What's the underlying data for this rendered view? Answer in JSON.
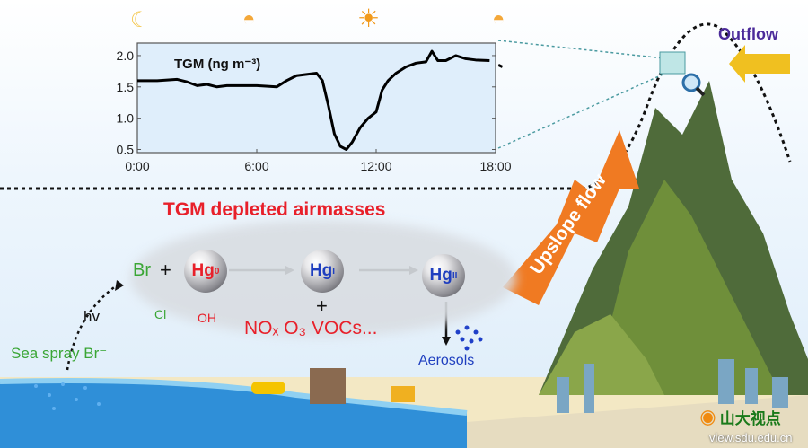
{
  "chart_data": {
    "type": "line",
    "title": "TGM (ng m⁻³)",
    "xlabel": "",
    "ylabel": "",
    "xticks": [
      "0:00",
      "6:00",
      "12:00",
      "18:00"
    ],
    "yticks": [
      "2.0",
      "1.5",
      "1.0",
      "0.5"
    ],
    "xlim": [
      0,
      18
    ],
    "ylim": [
      0.45,
      2.2
    ],
    "x": [
      0,
      1,
      2,
      2.5,
      3,
      3.5,
      4,
      4.5,
      5,
      6,
      7,
      7.5,
      8,
      9,
      9.3,
      9.6,
      9.9,
      10.2,
      10.5,
      10.8,
      11.2,
      11.6,
      12,
      12.3,
      12.6,
      13,
      13.5,
      14,
      14.5,
      14.8,
      15.1,
      15.5,
      16,
      16.5,
      17,
      17.7
    ],
    "values": [
      1.6,
      1.6,
      1.62,
      1.58,
      1.52,
      1.54,
      1.5,
      1.52,
      1.52,
      1.52,
      1.5,
      1.6,
      1.68,
      1.72,
      1.6,
      1.2,
      0.75,
      0.55,
      0.5,
      0.62,
      0.85,
      1.0,
      1.1,
      1.45,
      1.6,
      1.72,
      1.82,
      1.88,
      1.9,
      2.07,
      1.92,
      1.92,
      2.0,
      1.95,
      1.93,
      1.92
    ],
    "tail": {
      "x": [
        17.6,
        17.8
      ],
      "values": [
        1.85,
        1.82
      ]
    }
  },
  "labels": {
    "outflow": "Outflow",
    "upslope": "Upslope flow",
    "title": "TGM depleted airmasses",
    "br": "Br",
    "plus1": "+",
    "cl": "Cl",
    "oh": "OH",
    "hg0": "Hg",
    "hg0_sup": "0",
    "hg1": "Hg",
    "hg1_sup": "I",
    "hg2": "Hg",
    "hg2_sup": "II",
    "plus2": "+",
    "oxidants": "NOₓ O₃ VOCs...",
    "aerosols": "Aerosols",
    "hv": "hv",
    "seaspray": "Sea spray Br⁻"
  },
  "watermark": {
    "name": "山大视点",
    "url": "view.sdu.edu.cn"
  },
  "colors": {
    "red": "#e8202a",
    "blue": "#1f3fbf",
    "green": "#3aa635",
    "purple": "#4b2a9a"
  }
}
